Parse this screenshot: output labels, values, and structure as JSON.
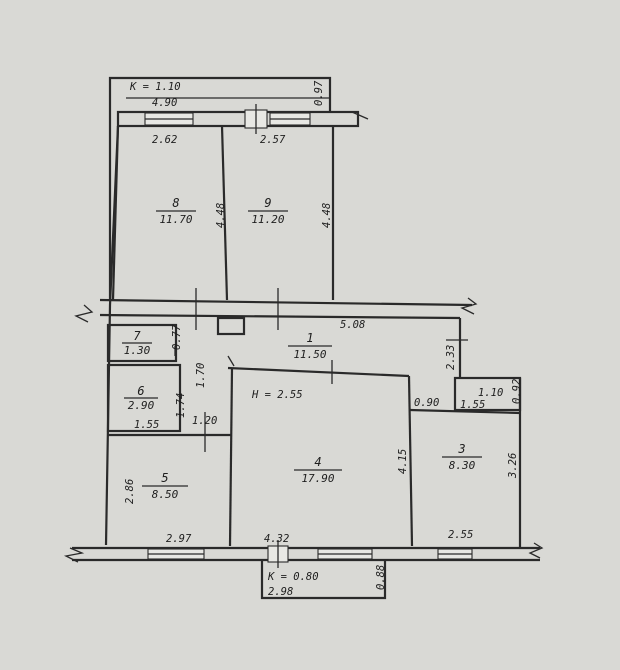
{
  "colors": {
    "paper": "#d9d9d5",
    "ink": "#2a2a2a"
  },
  "rooms": [
    {
      "id": "room-1",
      "number": "1",
      "area": "11.50"
    },
    {
      "id": "room-3",
      "number": "3",
      "area": "8.30"
    },
    {
      "id": "room-4",
      "number": "4",
      "area": "17.90"
    },
    {
      "id": "room-5",
      "number": "5",
      "area": "8.50"
    },
    {
      "id": "room-6",
      "number": "6",
      "area": "2.90"
    },
    {
      "id": "room-7",
      "number": "7",
      "area": "1.30"
    },
    {
      "id": "room-8",
      "number": "8",
      "area": "11.70"
    },
    {
      "id": "room-9",
      "number": "9",
      "area": "11.20"
    }
  ],
  "balcony_top": {
    "k_label": "K = 1.10",
    "depth": "0.97",
    "length": "4.90"
  },
  "balcony_bottom": {
    "k_label": "K = 0.80",
    "depth": "0.88",
    "length": "2.98"
  },
  "dimensions": [
    {
      "id": "r8-width",
      "text": "2.62"
    },
    {
      "id": "r9-width",
      "text": "2.57"
    },
    {
      "id": "r8-height",
      "text": "4.48"
    },
    {
      "id": "r9-height",
      "text": "4.48"
    },
    {
      "id": "hall-width",
      "text": "5.08"
    },
    {
      "id": "r7-side",
      "text": "0.77"
    },
    {
      "id": "r6-top",
      "text": "1.70"
    },
    {
      "id": "r6-side",
      "text": "1.74"
    },
    {
      "id": "r6-bottom",
      "text": "1.55"
    },
    {
      "id": "passage",
      "text": "1.20"
    },
    {
      "id": "ceiling-height",
      "text": "H = 2.55"
    },
    {
      "id": "hall-right",
      "text": "2.33"
    },
    {
      "id": "door-gap",
      "text": "0.90"
    },
    {
      "id": "r2-side",
      "text": "1.10"
    },
    {
      "id": "r2-bottom",
      "text": "1.55"
    },
    {
      "id": "r2-right",
      "text": "0.92"
    },
    {
      "id": "r4-height",
      "text": "4.15"
    },
    {
      "id": "r3-height",
      "text": "3.26"
    },
    {
      "id": "r5-height",
      "text": "2.86"
    },
    {
      "id": "r5-width",
      "text": "2.97"
    },
    {
      "id": "r4-width",
      "text": "4.32"
    },
    {
      "id": "r3-width",
      "text": "2.55"
    }
  ]
}
